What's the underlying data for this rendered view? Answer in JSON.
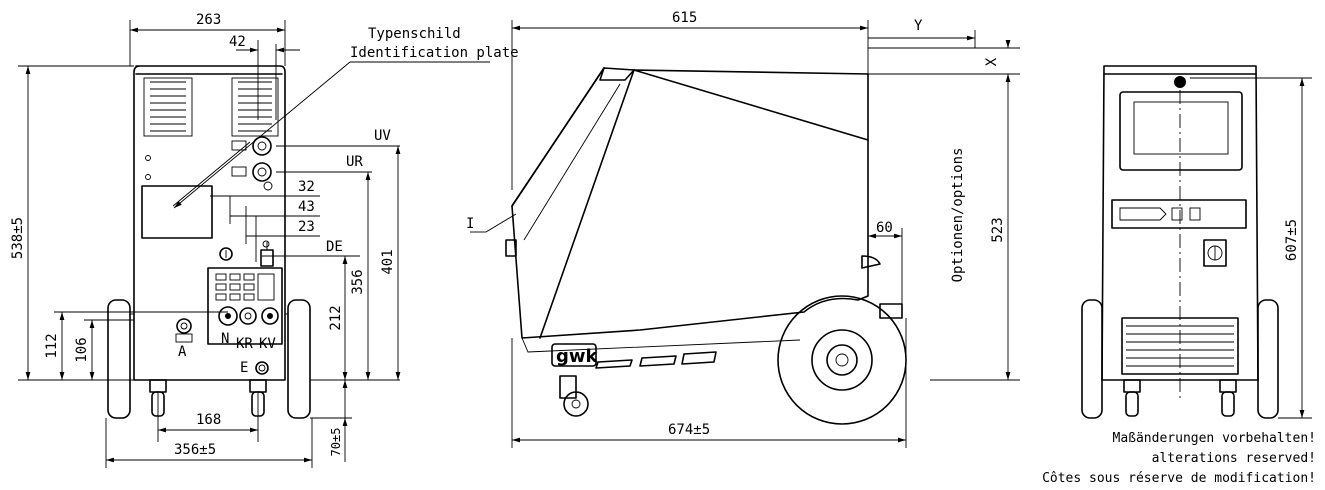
{
  "labels": {
    "type_plate_de": "Typenschild",
    "type_plate_en": "Identification plate",
    "options": "Optionen/options",
    "i": "I",
    "uv": "UV",
    "ur": "UR",
    "de": "DE",
    "a": "A",
    "n": "N",
    "kr": "KR",
    "kv": "KV",
    "e": "E",
    "x": "X",
    "y": "Y"
  },
  "brand": "gwk",
  "dimensions": {
    "front_width": "263",
    "front_42": "42",
    "front_height": "538±5",
    "d32": "32",
    "d43": "43",
    "d23": "23",
    "d112": "112",
    "d106": "106",
    "d212": "212",
    "d356v": "356",
    "d401": "401",
    "d168": "168",
    "track": "356±5",
    "ground": "70±5",
    "side_depth": "615",
    "side_total": "674±5",
    "side_523": "523",
    "side_60": "60",
    "rear_height": "607±5"
  },
  "notes": {
    "de": "Maßänderungen vorbehalten!",
    "en": "alterations reserved!",
    "fr": "Côtes sous réserve de modification!"
  },
  "colors": {
    "line": "#000000",
    "background": "#ffffff"
  }
}
